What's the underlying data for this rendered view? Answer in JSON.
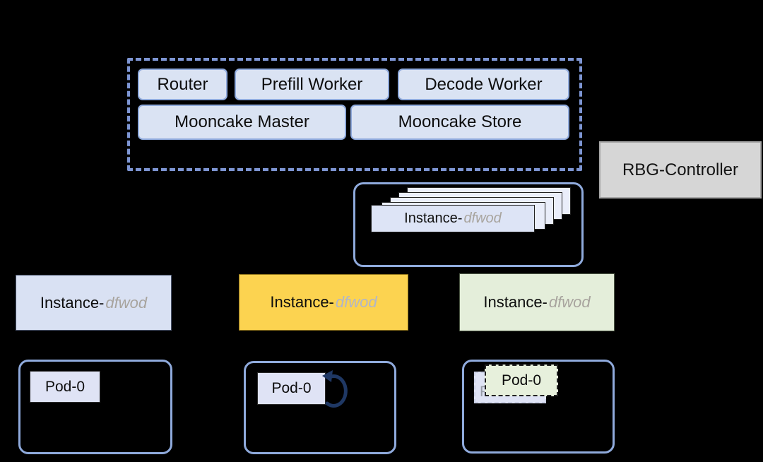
{
  "colors": {
    "background": "#000000",
    "dashed_border": "#7d95d3",
    "container_border": "#8faadc",
    "chip_fill": "#dae3f3",
    "chip_border": "#8faadc",
    "card_fill": "#dde4f6",
    "card_back_fill": "#eaeefa",
    "card_border": "#222222",
    "instance_lavender": "#d9e1f3",
    "instance_yellow": "#fcd350",
    "instance_green": "#e4eeda",
    "pod_fill": "#dfe3f5",
    "pod_green": "#e7f0dc",
    "controller_fill": "#d6d6d6",
    "controller_border": "#a6a6a6",
    "suffix_gray": "#a8a49e",
    "arrow_navy": "#1f3864"
  },
  "workload_group": {
    "components": [
      "Router",
      "Prefill Worker",
      "Decode Worker",
      "Mooncake Master",
      "Mooncake Store"
    ]
  },
  "controller": {
    "label": "RBG-Controller"
  },
  "instance_stack": {
    "prefix": "Instance-",
    "suffix": "dfwod"
  },
  "instances": [
    {
      "prefix": "Instance-",
      "suffix": "dfwod",
      "variant": "lavender"
    },
    {
      "prefix": "Instance-",
      "suffix": "dfwod",
      "variant": "yellow"
    },
    {
      "prefix": "Instance-",
      "suffix": "dfwod",
      "variant": "green"
    }
  ],
  "pods": {
    "pod1": {
      "label": "Pod-0"
    },
    "pod2": {
      "label": "Pod-0",
      "icon": "circular-restart-arrow"
    },
    "pod3": {
      "front_label": "Pod-0",
      "back_label": "Pod-0"
    }
  }
}
